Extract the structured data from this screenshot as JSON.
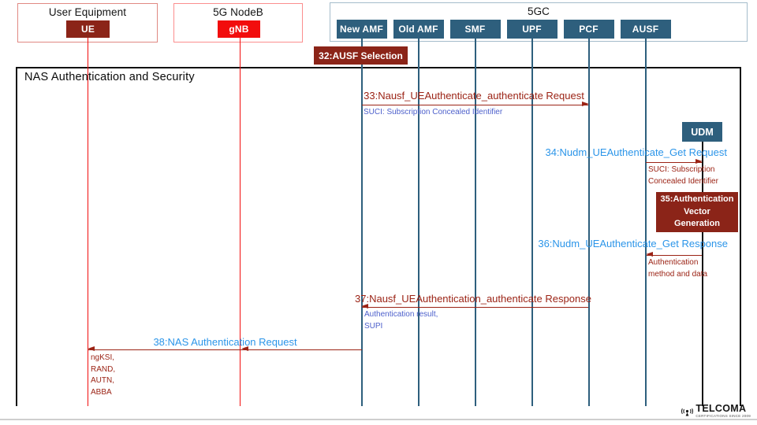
{
  "header": {
    "user_equipment": {
      "title": "User Equipment",
      "node": "UE"
    },
    "nodeb": {
      "title": "5G NodeB",
      "node": "gNB"
    },
    "core": {
      "title": "5GC",
      "entities": [
        "New AMF",
        "Old AMF",
        "SMF",
        "UPF",
        "PCF",
        "AUSF"
      ]
    }
  },
  "diagram": {
    "frame_title": "NAS Authentication and Security",
    "udm_label": "UDM",
    "step32": {
      "label": "32:AUSF Selection"
    },
    "step33": {
      "title": "33:Nausf_UEAuthenticate_authenticate Request",
      "note": "SUCI: Subscription Concealed Identifier"
    },
    "step34": {
      "title": "34:Nudm_UEAuthenticate_Get Request",
      "note_line1": "SUCI: Subscription",
      "note_line2": "Concealed Identifier"
    },
    "step35": {
      "line1": "35:Authentication",
      "line2": "Vector",
      "line3": "Generation"
    },
    "step36": {
      "title": "36:Nudm_UEAuthenticate_Get Response",
      "note_line1": "Authentication",
      "note_line2": "method and data"
    },
    "step37": {
      "title": "37:Nausf_UEAuthentication_authenticate Response",
      "note_line1": "Authentication result,",
      "note_line2": "SUPI"
    },
    "step38": {
      "title": "38:NAS Authentication Request",
      "params": [
        "ngKSI,",
        "RAND,",
        "AUTN,",
        "ABBA"
      ]
    }
  },
  "footer": {
    "brand": "TELCOMA",
    "tagline": "CERTIFICATIONS SINCE 2009"
  },
  "colors": {
    "maroon_box": "#8B2418",
    "bright_red": "#F20D0D",
    "steel_blue": "#2E5F7D",
    "sky_blue_text": "#2B95E9",
    "slate_blue_text": "#4C5FCB",
    "brick_text_arrows": "#9B2315"
  }
}
